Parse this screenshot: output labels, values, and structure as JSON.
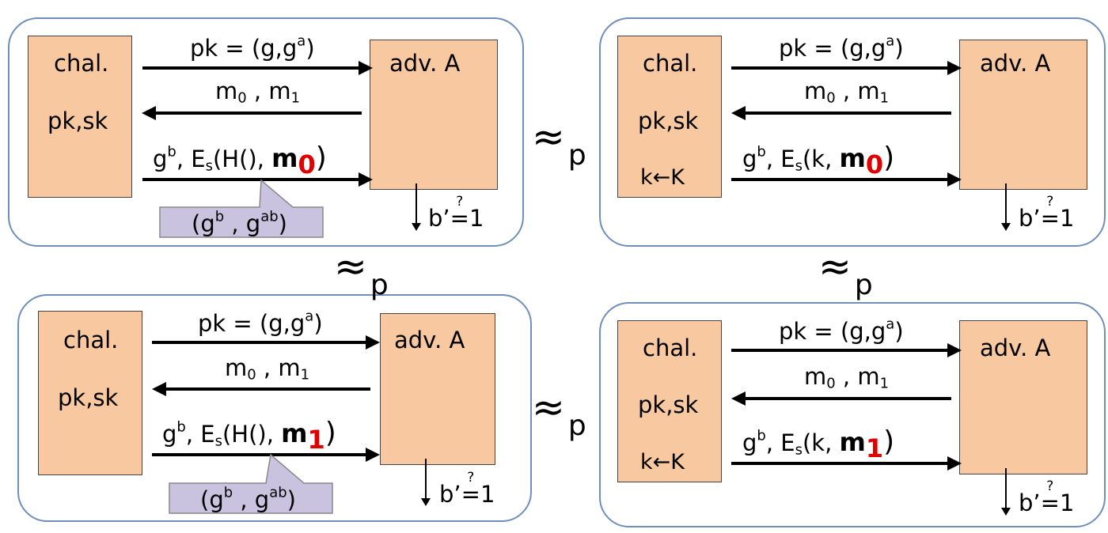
{
  "labels": {
    "chal": "chal.",
    "pksk": "pk,sk",
    "adv": "adv. A",
    "kK": "k←K",
    "pk_eq": "pk = (g,g",
    "a": "a",
    "close": ")",
    "m": "m",
    "zero": "0",
    "one": "1",
    "comma_sep": " , ",
    "g": "g",
    "b": "b",
    "comma": ",  ",
    "E": "E",
    "s": "s",
    "H_open": "(H(), ",
    "k_open": "(k, ",
    "b_prime": "b’",
    "eq": "=",
    "q": "?",
    "callout_open": "(g",
    "callout_mid": " , g",
    "ab": "ab",
    "approx": "≈",
    "p": "p"
  },
  "colors": {
    "box_fill": "#f8c8a0",
    "panel_border": "#6f8fb8",
    "callout_fill": "#c9c3e0",
    "highlight": "#e00000"
  }
}
